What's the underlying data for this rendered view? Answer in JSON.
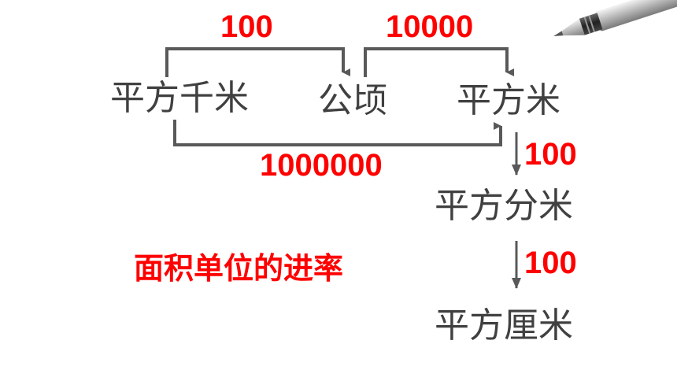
{
  "units": {
    "sq_km": "平方千米",
    "hectare": "公顷",
    "sq_m": "平方米",
    "sq_dm": "平方分米",
    "sq_cm": "平方厘米"
  },
  "factors": {
    "km_to_ha": "100",
    "ha_to_m": "10000",
    "km_to_m": "1000000",
    "m_to_dm": "100",
    "dm_to_cm": "100"
  },
  "title": "面积单位的进率",
  "colors": {
    "text": "#404040",
    "accent": "#ff0000",
    "line": "#595959"
  },
  "decoration": "pen-icon"
}
